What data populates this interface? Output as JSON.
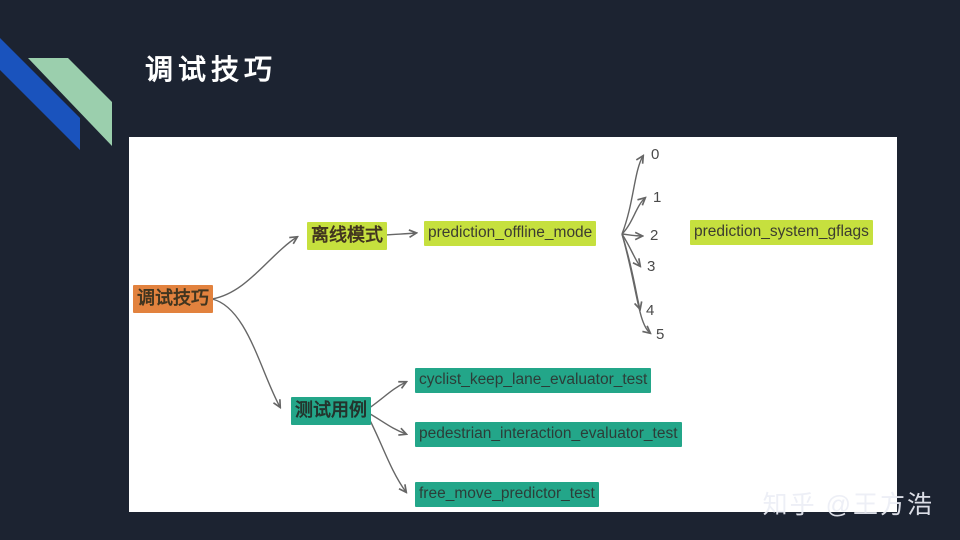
{
  "slide": {
    "title": "调试技巧",
    "watermark": "知乎 @王方浩",
    "colors": {
      "background": "#1c2331",
      "panel": "#ffffff",
      "decoration_blue": "#1a53bd",
      "decoration_green": "#9bcfad",
      "node_orange": "#e2823e",
      "node_yellow_green": "#c6e03e",
      "node_teal": "#23a689",
      "connector": "#666666",
      "title_text": "#ffffff"
    }
  },
  "mindmap": {
    "root": "调试技巧",
    "offline_branch": "离线模式",
    "offline_mode_node": "prediction_offline_mode",
    "gflags_node": "prediction_system_gflags",
    "mode_values": [
      "0",
      "1",
      "2",
      "3",
      "4",
      "5"
    ],
    "test_branch": "测试用例",
    "test_cases": [
      "cyclist_keep_lane_evaluator_test",
      "pedestrian_interaction_evaluator_test",
      "free_move_predictor_test"
    ]
  }
}
